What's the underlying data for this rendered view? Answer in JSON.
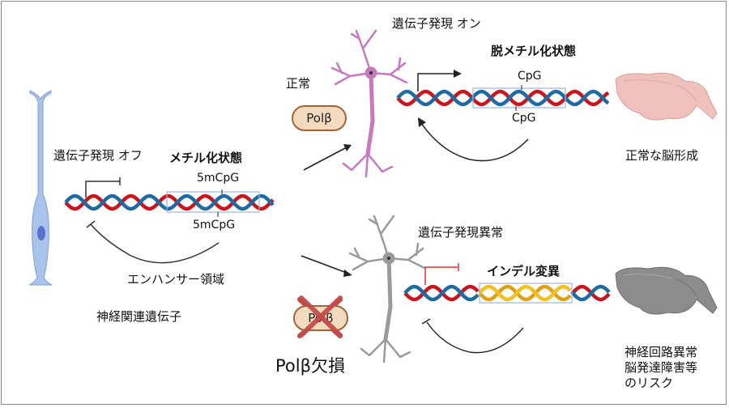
{
  "colors": {
    "dna_strand_a": "#c8161e",
    "dna_strand_b": "#1f6aa0",
    "indel_strand_a": "#e0a015",
    "indel_strand_b": "#f2c020",
    "region_box": "#9cb3e8",
    "progenitor_cell": "#a9c4ea",
    "progenitor_nucleus": "#5a6fd0",
    "normal_neuron": "#c679c0",
    "abnormal_neuron": "#9a9a9a",
    "normal_brain": "#efc0bc",
    "abnormal_brain": "#8c8c8c",
    "polb_fill": "#f3d9bd",
    "polb_border": "#a0643a",
    "cross_mark": "#c34a4a",
    "repressor_red": "#e33030"
  },
  "left_panel": {
    "expression_label": "遺伝子発現 オフ",
    "methylation_label": "メチル化状態",
    "site_top_label": "5mCpG",
    "site_bottom_label": "5mCpG",
    "enhancer_label": "エンハンサー領域",
    "gene_label": "神経関連遺伝子"
  },
  "normal_branch": {
    "condition_label": "正常",
    "protein_label": "Polβ",
    "expression_label": "遺伝子発現 オン",
    "demethylation_label": "脱メチル化状態",
    "site_top_label": "CpG",
    "site_bottom_label": "CpG",
    "outcome_label": "正常な脳形成"
  },
  "deficient_branch": {
    "protein_label": "Polβ",
    "condition_label": "Polβ欠損",
    "expression_label": "遺伝子発現異常",
    "indel_label": "インデル変異",
    "outcome_lines": [
      "神経回路異常",
      "脳発達障害等",
      "のリスク"
    ]
  }
}
